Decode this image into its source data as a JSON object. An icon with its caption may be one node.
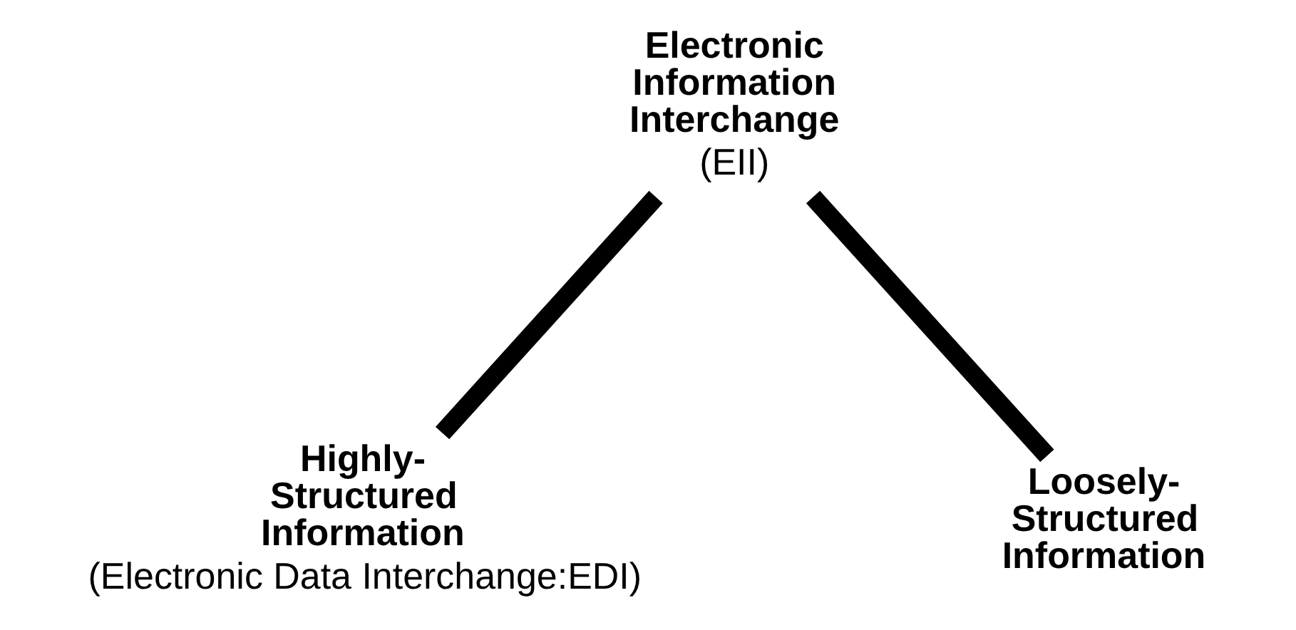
{
  "diagram": {
    "nodes": [
      {
        "text": [
          "Electronic Information Interchange",
          "(EII)"
        ]
      },
      {
        "text": [
          "Highly-Structured Information",
          "(Electronic Data Interchange:EDI)"
        ]
      },
      {
        "text": [
          "Loosely-Structured Information"
        ]
      }
    ],
    "edges": [
      {
        "from": 0,
        "to": 1,
        "arrow": "none"
      },
      {
        "from": 0,
        "to": 2,
        "arrow": "none"
      }
    ]
  }
}
